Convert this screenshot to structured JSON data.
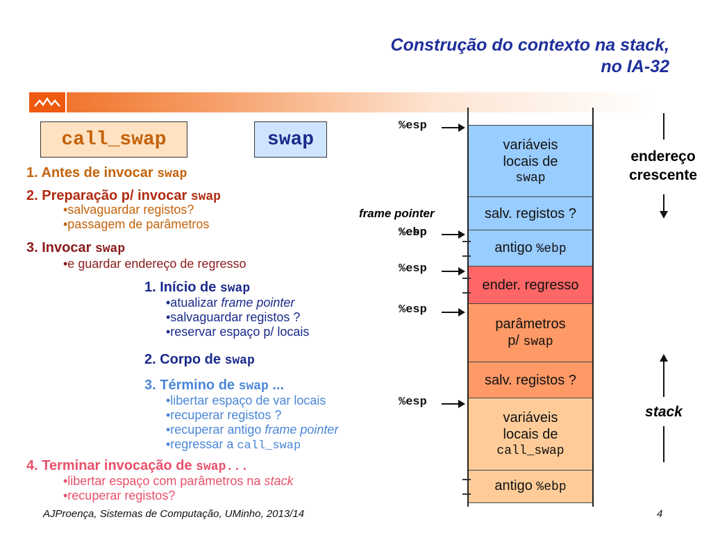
{
  "header": {
    "title_line1": "Construção do contexto na stack,",
    "title_line2": "no IA-32"
  },
  "boxes": {
    "caller": "call_swap",
    "callee": "swap"
  },
  "caller_steps": {
    "s1_label": "1. Antes de invocar ",
    "s1_code": "swap",
    "s2_label": "2. Preparação p/ invocar ",
    "s2_code": "swap",
    "s2_b1": "•salvaguardar registos?",
    "s2_b2": "•passagem de parâmetros",
    "s3_label": "3. Invocar ",
    "s3_code": "swap",
    "s3_b1": "•e guardar endereço de regresso",
    "s4_label": "4. Terminar invocação de ",
    "s4_code": "swap...",
    "s4_b1_pre": "•libertar espaço com parâmetros na ",
    "s4_b1_em": "stack",
    "s4_b2": "•recuperar registos?"
  },
  "callee_steps": {
    "c1_label": "1. Início de ",
    "c1_code": "swap",
    "c1_b1_pre": "•atualizar ",
    "c1_b1_em": "frame pointer",
    "c1_b2": "•salvaguardar registos ?",
    "c1_b3": "•reservar espaço p/ locais",
    "c2_label": "2. Corpo de ",
    "c2_code": "swap",
    "c3_label": "3. Término de ",
    "c3_code": "swap",
    "c3_suffix": " ...",
    "c3_b1": "•libertar espaço de var locais",
    "c3_b2": "•recuperar registos ?",
    "c3_b3_pre": "•recuperar antigo ",
    "c3_b3_em": "frame pointer",
    "c3_b4_pre": "•regressar a ",
    "c3_b4_code": "call_swap"
  },
  "stack": {
    "c1_l1": "variáveis",
    "c1_l2": "locais de",
    "c1_code": "swap",
    "c2": "salv. registos ?",
    "c3_pre": "antigo ",
    "c3_code": "%ebp",
    "c4": "ender. regresso",
    "c5_l1": "parâmetros",
    "c5_pre": "p/ ",
    "c5_code": "swap",
    "c6": "salv. registos ?",
    "c7_l1": "variáveis",
    "c7_l2": "locais de",
    "c7_code": "call_swap",
    "c8_pre": "antigo ",
    "c8_code": "%ebp"
  },
  "pointers": {
    "esp": "%esp",
    "fp_label": "frame pointer",
    "ebp": "%ebp"
  },
  "side": {
    "addr_l1": "endereço",
    "addr_l2": "crescente",
    "stack": "stack"
  },
  "footer": {
    "left": "AJProença, Sistemas de Computação, UMinho, 2013/14",
    "page": "4"
  },
  "colors": {
    "title": "#1f2f9c",
    "orange": "#c4620a",
    "darkred": "#8b1a1a",
    "navy": "#1a2a8c",
    "lightblue": "#4a86d8",
    "pink": "#e8506a",
    "cell_blue": "#99ccff",
    "cell_red": "#ff6666",
    "cell_salmon": "#ff9966",
    "cell_peach": "#ffcc99"
  }
}
